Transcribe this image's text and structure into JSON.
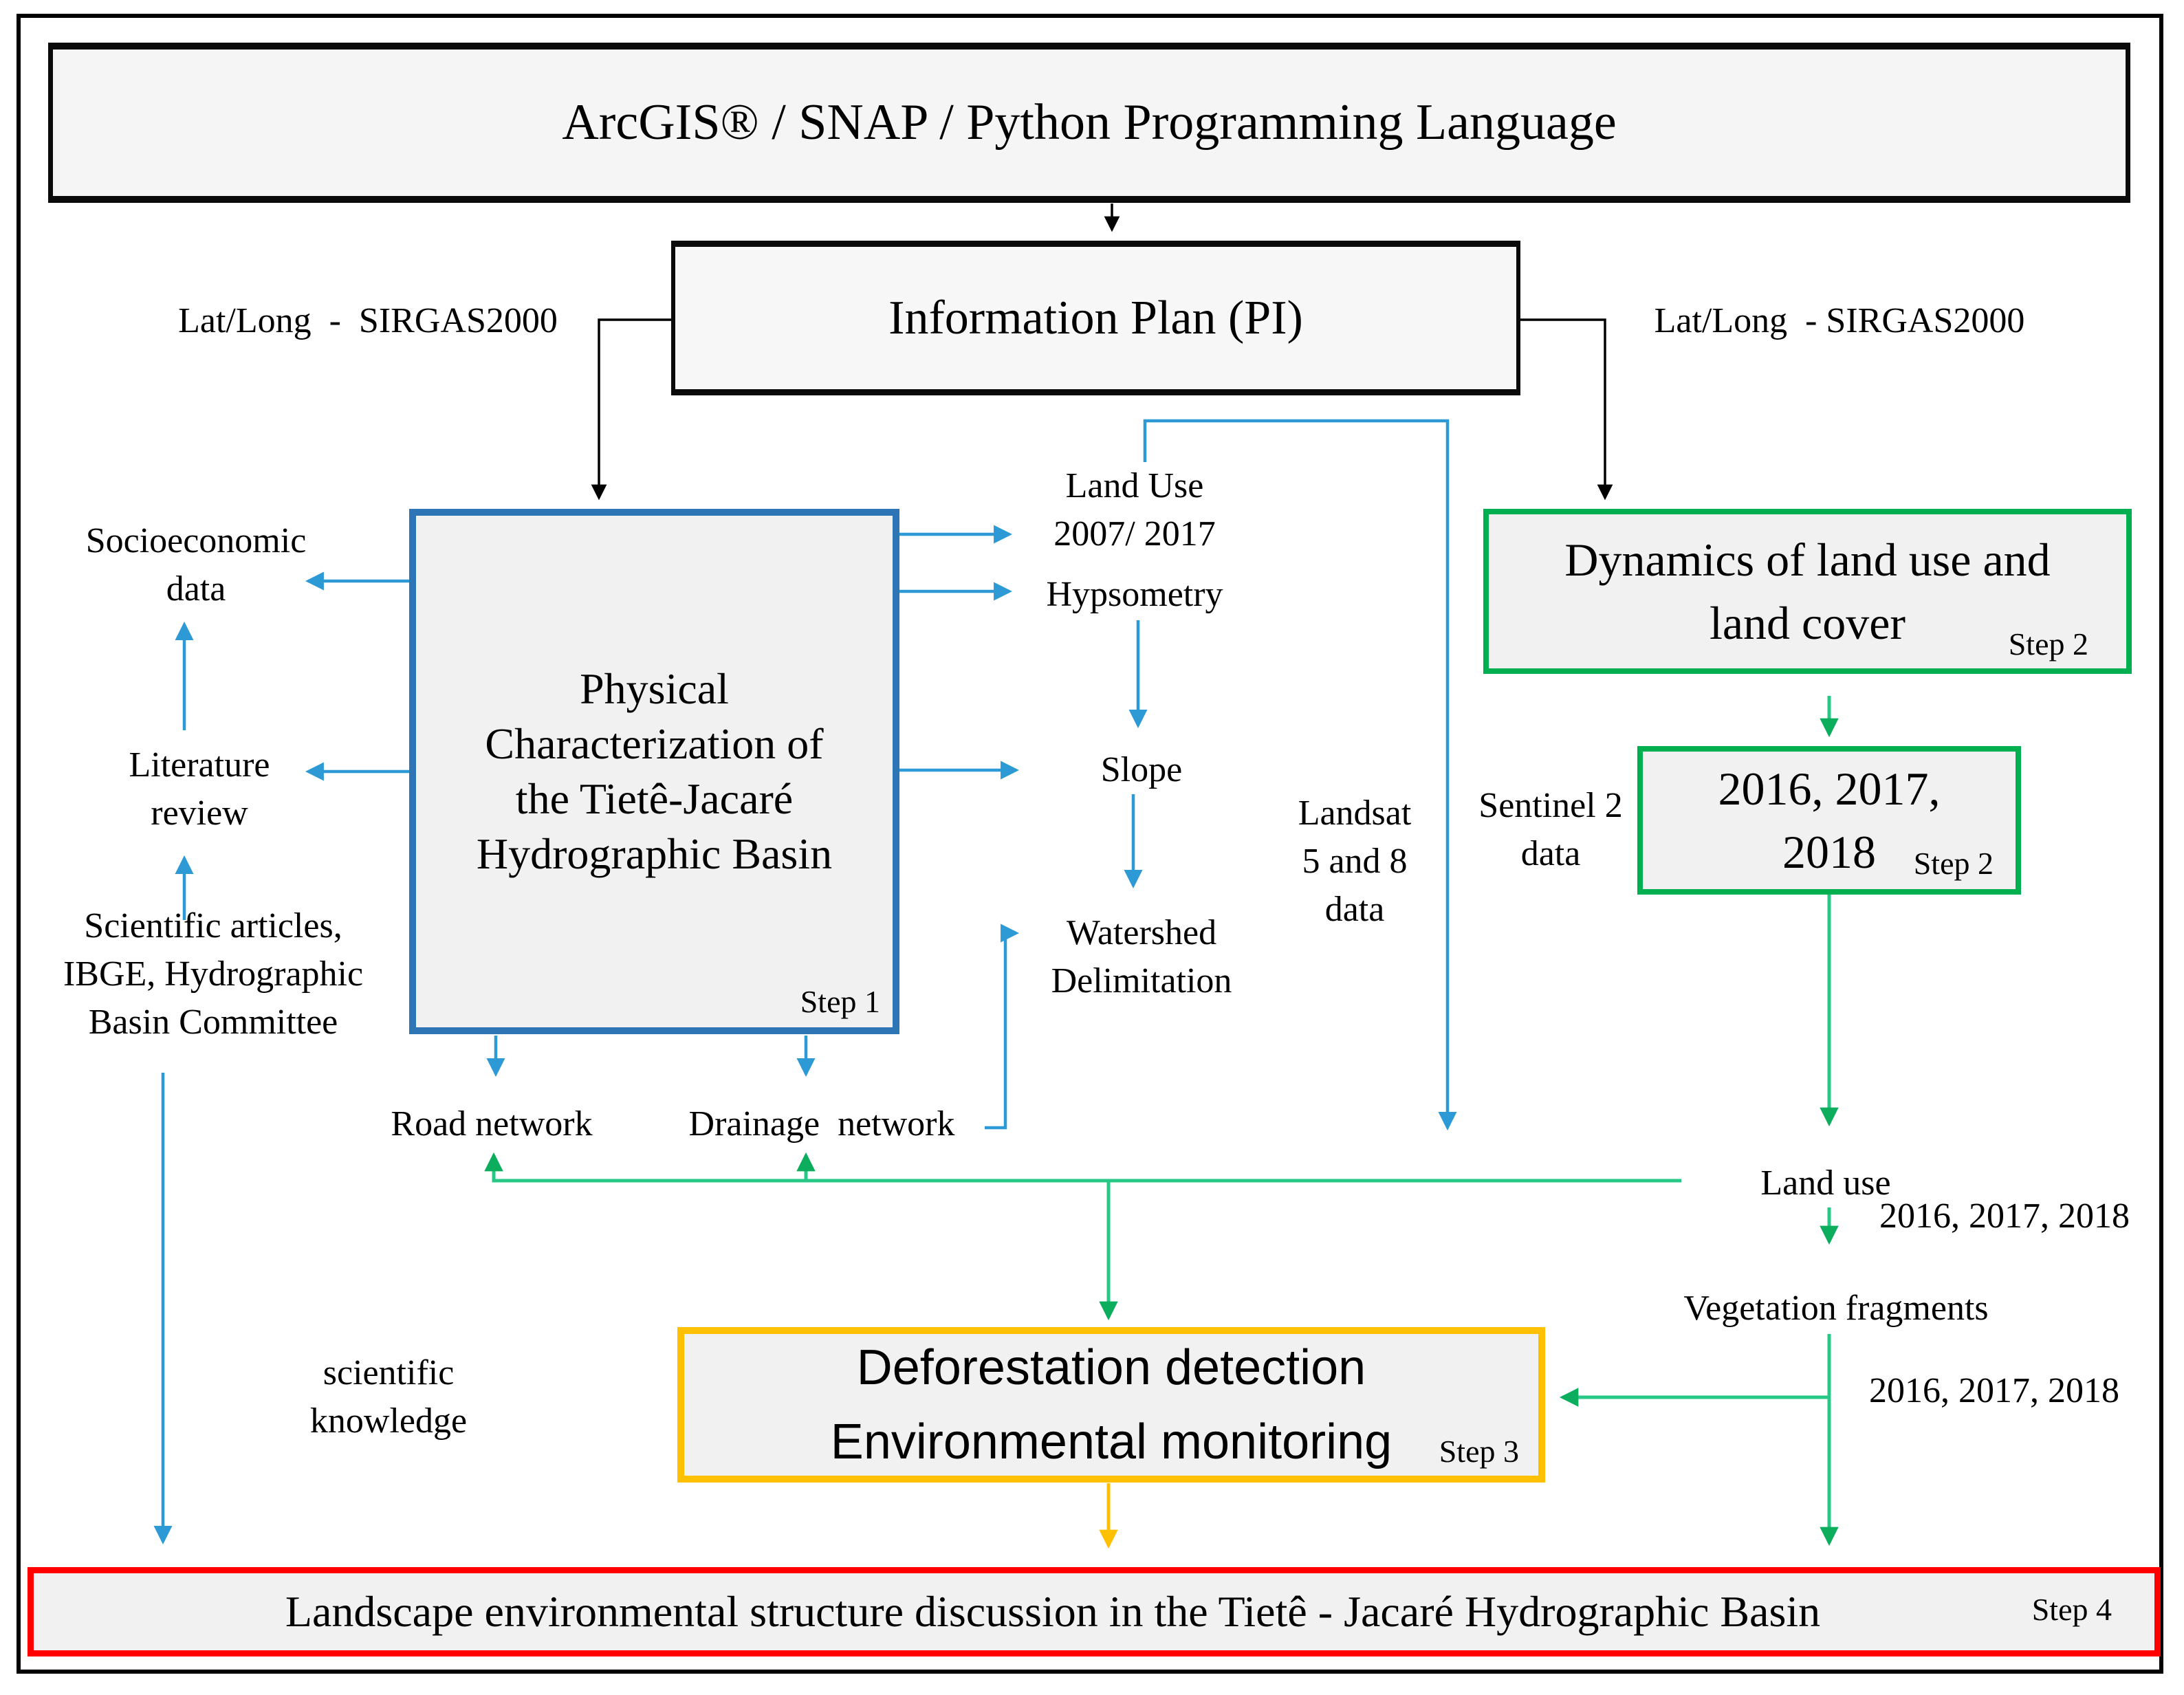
{
  "toolbox": {
    "title": "ArcGIS® / SNAP / Python Programming Language"
  },
  "information_plan": {
    "title": "Information Plan (PI)"
  },
  "annotations": {
    "lat_long_left": "Lat/Long  -  SIRGAS2000",
    "lat_long_right": "Lat/Long  - SIRGAS2000",
    "socioeconomic_data": "Socioeconomic\ndata",
    "literature_review": "Literature\nreview",
    "scientific_articles": "Scientific articles,\nIBGE, Hydrographic\nBasin Committee",
    "scientific_knowledge": "scientific\nknowledge",
    "road_network": "Road network",
    "drainage_network": "Drainage  network",
    "land_use_2007_2017": "Land Use\n2007/ 2017",
    "hypsometry": "Hypsometry",
    "slope": "Slope",
    "watershed_delimitation": "Watershed\nDelimitation",
    "landsat_data": "Landsat\n5 and 8\ndata",
    "sentinel_data": "Sentinel 2\ndata",
    "land_use": "Land use",
    "land_use_years": "2016, 2017, 2018",
    "vegetation_fragments": "Vegetation fragments",
    "vegetation_years": "2016, 2017, 2018"
  },
  "steps": {
    "physical_characterization": {
      "title": "Physical\nCharacterization of\nthe Tietê-Jacaré\nHydrographic Basin",
      "step": "Step 1"
    },
    "dynamics": {
      "title": "Dynamics of land use and\nland cover",
      "step": "Step 2"
    },
    "years_box": {
      "title": "2016, 2017,\n2018",
      "step": "Step 2"
    },
    "deforestation": {
      "title": "Deforestation detection\nEnvironmental monitoring",
      "step": "Step 3"
    },
    "landscape": {
      "title": "Landscape environmental structure discussion in the Tietê - Jacaré Hydrographic Basin",
      "step": "Step 4"
    }
  },
  "colors": {
    "black": "#000000",
    "blue_line": "#2D9AD5",
    "blue_border": "#2E75B6",
    "green_line": "#27C885",
    "green_border": "#00B050",
    "yellow": "#FFC000",
    "red": "#FF0000",
    "box_fill": "#F1F1F1"
  }
}
